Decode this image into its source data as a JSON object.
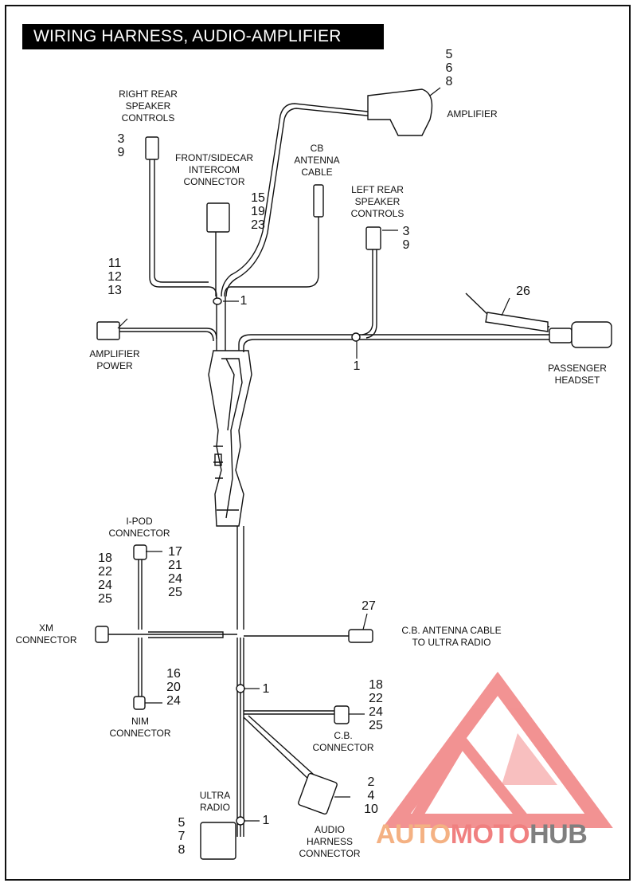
{
  "title": "WIRING HARNESS, AUDIO-AMPLIFIER",
  "labels": {
    "amplifier": "AMPLIFIER",
    "amplifier_refs": "5\n6\n8",
    "right_rear": "RIGHT REAR\nSPEAKER\nCONTROLS",
    "right_rear_refs": "3\n9",
    "intercom": "FRONT/SIDECAR\nINTERCOM\nCONNECTOR",
    "intercom_refs": "15\n19\n23",
    "cb_antenna": "CB\nANTENNA\nCABLE",
    "left_rear": "LEFT REAR\nSPEAKER\nCONTROLS",
    "left_rear_refs": "3\n9",
    "amp_power_refs": "11\n12\n13",
    "amp_power": "AMPLIFIER\nPOWER",
    "clip_upper": "1",
    "clip_right": "1",
    "headset_ref": "26",
    "headset": "PASSENGER\nHEADSET",
    "ipod": "I-POD\nCONNECTOR",
    "ipod_refs_right": "17\n21\n24\n25",
    "ipod_refs_left": "18\n22\n24\n25",
    "xm": "XM\nCONNECTOR",
    "cb_ultra_ref": "27",
    "cb_ultra": "C.B. ANTENNA CABLE\nTO ULTRA RADIO",
    "clip_mid": "1",
    "nim_refs": "16\n20\n24",
    "nim": "NIM\nCONNECTOR",
    "cb_conn_refs": "18\n22\n24\n25",
    "cb_conn": "C.B.\nCONNECTOR",
    "ultra": "ULTRA\nRADIO",
    "ultra_refs": "5\n7\n8",
    "clip_low": "1",
    "audio_refs": "2\n4\n10",
    "audio": "AUDIO\nHARNESS\nCONNECTOR"
  },
  "watermark": {
    "text_part1": "AUTO",
    "text_part2": "MOTO",
    "text_part3": "HUB",
    "color_red": "#f08080",
    "color_orange": "#f4b183",
    "color_gray": "#7f7f7f"
  }
}
